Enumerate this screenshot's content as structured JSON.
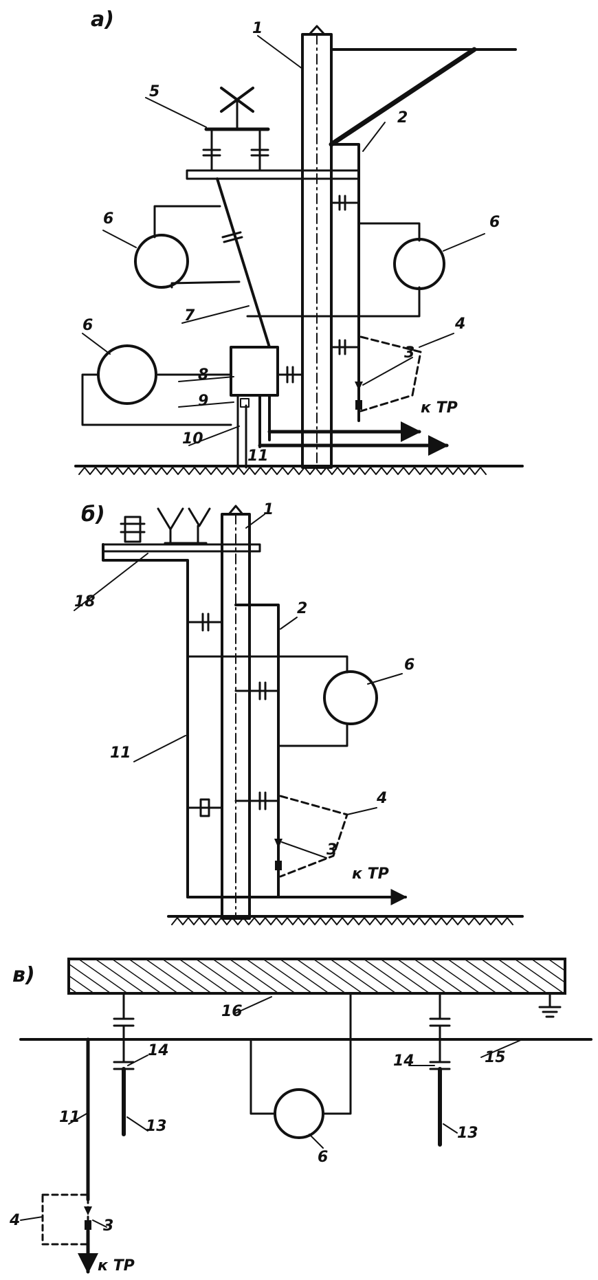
{
  "sections": {
    "a": "а)",
    "b": "б)",
    "v": "в)"
  },
  "labels": {
    "n1": "1",
    "n2": "2",
    "n3": "3",
    "n4": "4",
    "n5": "5",
    "n6": "6",
    "n7": "7",
    "n8": "8",
    "n9": "9",
    "n10": "10",
    "n11": "11",
    "n13": "13",
    "n14": "14",
    "n15": "15",
    "n16": "16",
    "n18": "18"
  },
  "arrow_label": "к ТР"
}
